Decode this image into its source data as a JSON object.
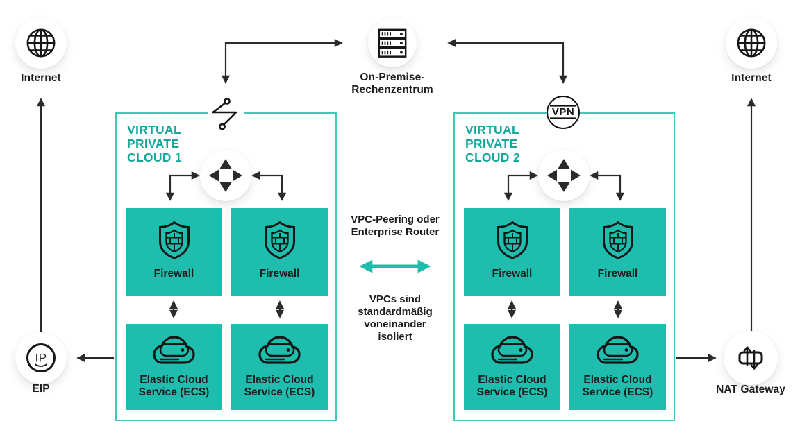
{
  "colors": {
    "teal_fill": "#1EBDAD",
    "teal_border": "#43C6B9",
    "teal_title": "#14A89C",
    "dark_stroke": "#2B2B2B",
    "label_color": "#1D1D1D"
  },
  "nodes": {
    "internet_left": "Internet",
    "internet_right": "Internet",
    "on_premise_line1": "On-Premise-",
    "on_premise_line2": "Rechenzentrum",
    "eip_label": "EIP",
    "eip_icon_text": "IP",
    "vpn_icon_text": "VPN",
    "nat_label": "NAT Gateway"
  },
  "vpc1": {
    "title": [
      "VIRTUAL",
      "PRIVATE",
      "CLOUD 1"
    ]
  },
  "vpc2": {
    "title": [
      "VIRTUAL",
      "PRIVATE",
      "CLOUD 2"
    ]
  },
  "labels": {
    "firewall": "Firewall",
    "ecs_line1": "Elastic Cloud",
    "ecs_line2": "Service (ECS)"
  },
  "center": {
    "peering_line1": "VPC-Peering oder",
    "peering_line2": "Enterprise Router",
    "isolation_lines": [
      "VPCs sind",
      "standardmäßig",
      "voneinander",
      "isoliert"
    ]
  }
}
